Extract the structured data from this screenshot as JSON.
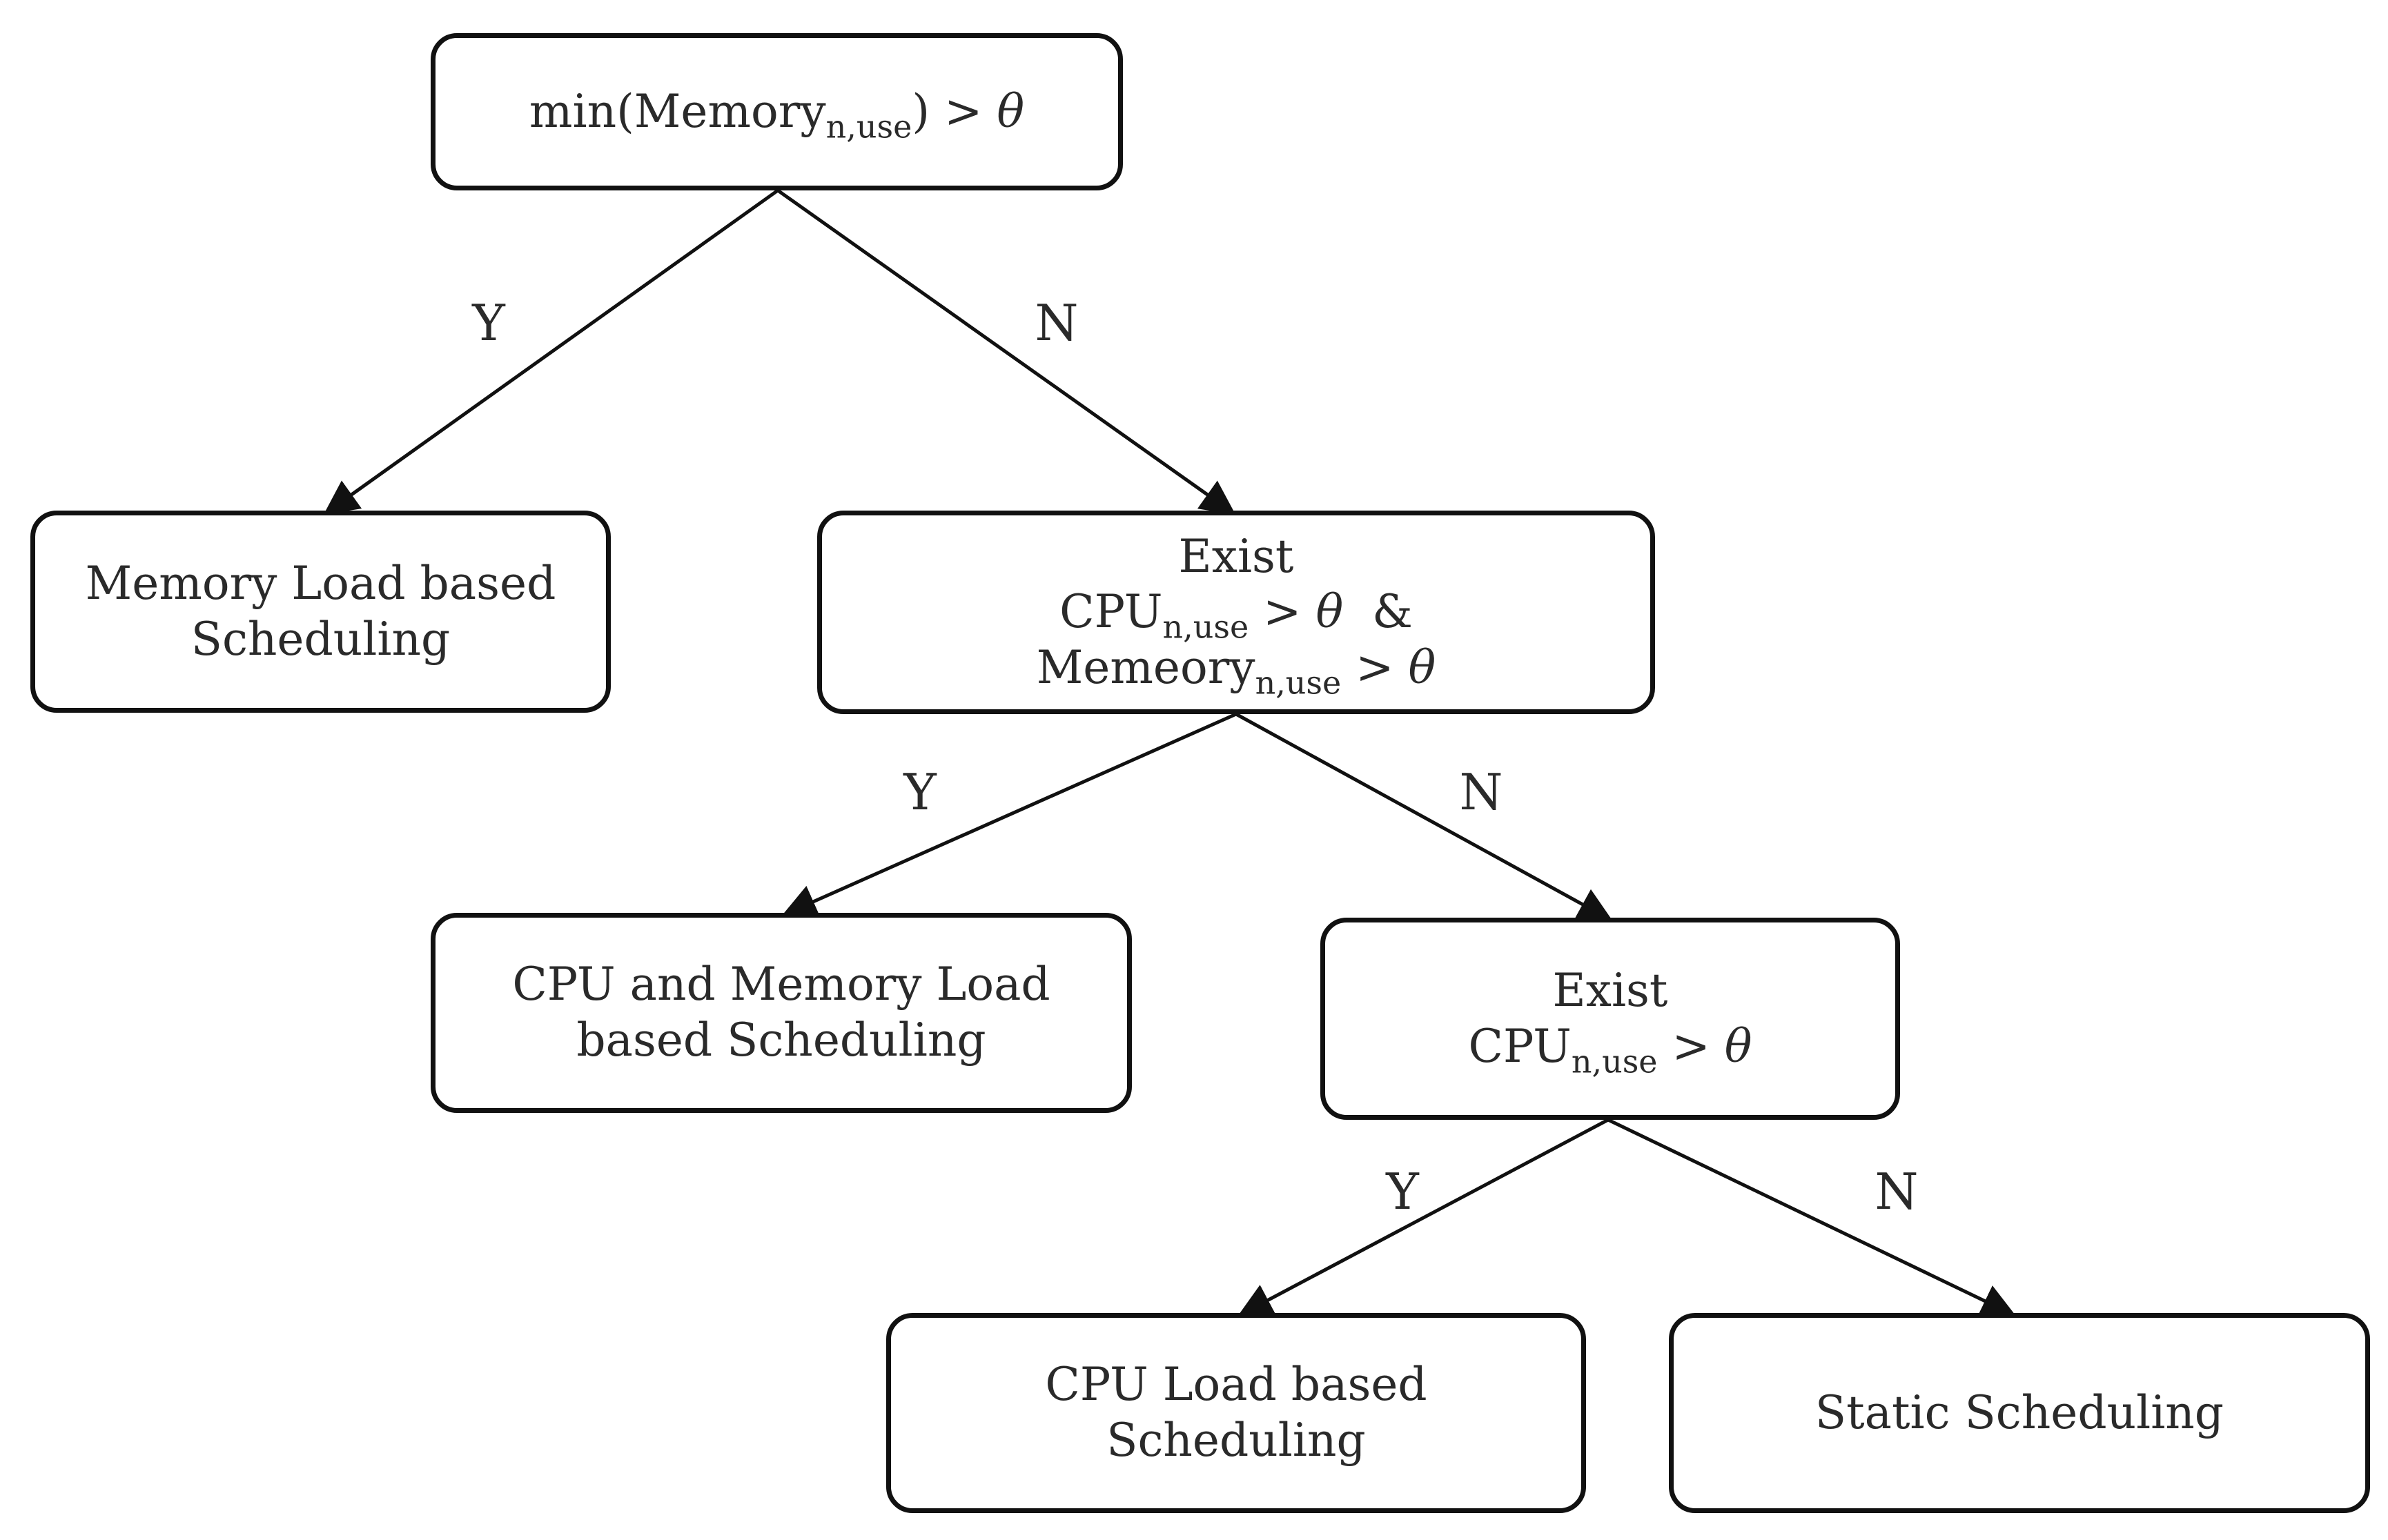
{
  "nodes": {
    "root": {
      "prefix": "min(Memory",
      "sub": "n,use",
      "suffix": ") > ",
      "theta": "θ"
    },
    "memory_load": {
      "line1": "Memory Load based",
      "line2": "Scheduling"
    },
    "exist_cpu_mem": {
      "line1": "Exist",
      "cpu_prefix": "CPU",
      "cpu_sub": "n,use",
      "cpu_op": " > ",
      "cpu_theta": "θ",
      "amp": "  &",
      "mem_prefix": "Memeory",
      "mem_sub": "n,use",
      "mem_op": " > ",
      "mem_theta": "θ"
    },
    "cpu_mem_load": {
      "line1": "CPU and Memory Load",
      "line2": "based Scheduling"
    },
    "exist_cpu": {
      "line1": "Exist",
      "cpu_prefix": "CPU",
      "cpu_sub": "n,use",
      "cpu_op": " > ",
      "cpu_theta": "θ"
    },
    "cpu_load": {
      "line1": "CPU Load based",
      "line2": "Scheduling"
    },
    "static": {
      "line1": "Static Scheduling"
    }
  },
  "edge_labels": {
    "root_yes": "Y",
    "root_no": "N",
    "exist_cpu_mem_yes": "Y",
    "exist_cpu_mem_no": "N",
    "exist_cpu_yes": "Y",
    "exist_cpu_no": "N"
  },
  "colors": {
    "stroke": "#111111",
    "text": "#2a2a2a",
    "background": "#ffffff"
  }
}
